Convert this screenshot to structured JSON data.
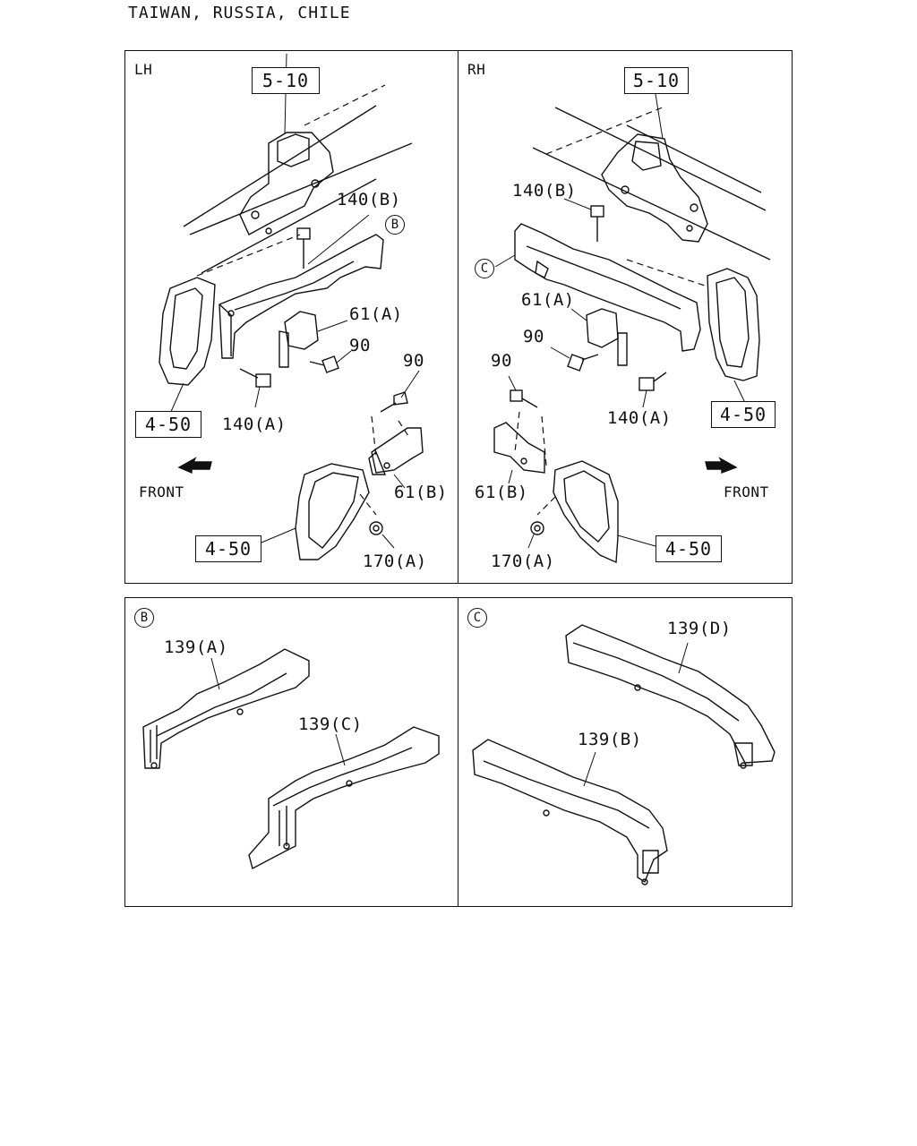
{
  "header": {
    "title": "TAIWAN, RUSSIA, CHILE"
  },
  "panels": {
    "lh": {
      "side_label": "LH",
      "ref_top": "5-10",
      "ref_left": "4-50",
      "ref_bottom": "4-50",
      "callout_letter": "B",
      "parts": {
        "p140b": "140(B)",
        "p61a": "61(A)",
        "p90a": "90",
        "p90b": "90",
        "p140a": "140(A)",
        "p61b": "61(B)",
        "p170a": "170(A)"
      },
      "front_label": "FRONT"
    },
    "rh": {
      "side_label": "RH",
      "ref_top": "5-10",
      "ref_right": "4-50",
      "ref_bottom": "4-50",
      "callout_letter": "C",
      "parts": {
        "p140b": "140(B)",
        "p61a": "61(A)",
        "p90a": "90",
        "p90b": "90",
        "p140a": "140(A)",
        "p61b": "61(B)",
        "p170a": "170(A)"
      },
      "front_label": "FRONT"
    },
    "detail_b": {
      "letter": "B",
      "parts": {
        "p139a": "139(A)",
        "p139c": "139(C)"
      }
    },
    "detail_c": {
      "letter": "C",
      "parts": {
        "p139d": "139(D)",
        "p139b": "139(B)"
      }
    }
  }
}
